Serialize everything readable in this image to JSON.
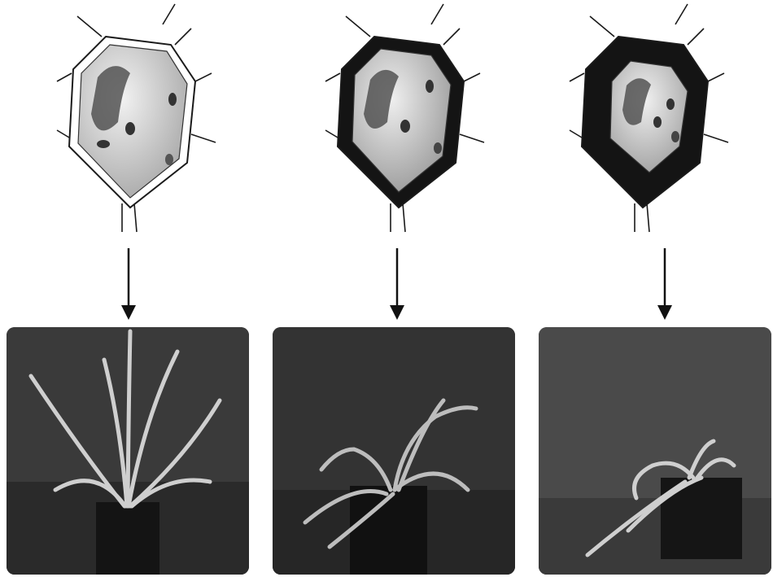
{
  "figure": {
    "panels": [
      {
        "cell_state": "turgid",
        "plant_state": "upright",
        "plasmolysis_level": 0.0
      },
      {
        "cell_state": "flaccid",
        "plant_state": "wilting",
        "plasmolysis_level": 0.35
      },
      {
        "cell_state": "plasmolyzed",
        "plant_state": "collapsed",
        "plasmolysis_level": 0.75
      }
    ],
    "colors": {
      "wall_line": "#1a1a1a",
      "cytoplasm": "#d9d9d9",
      "vacuole": "#9a9a9a",
      "gap": "#141414",
      "photo_bg": "#2b2b2b",
      "plant": "#bdbdbd"
    },
    "icons": [
      "down-arrow-icon",
      "down-arrow-icon",
      "down-arrow-icon"
    ]
  }
}
